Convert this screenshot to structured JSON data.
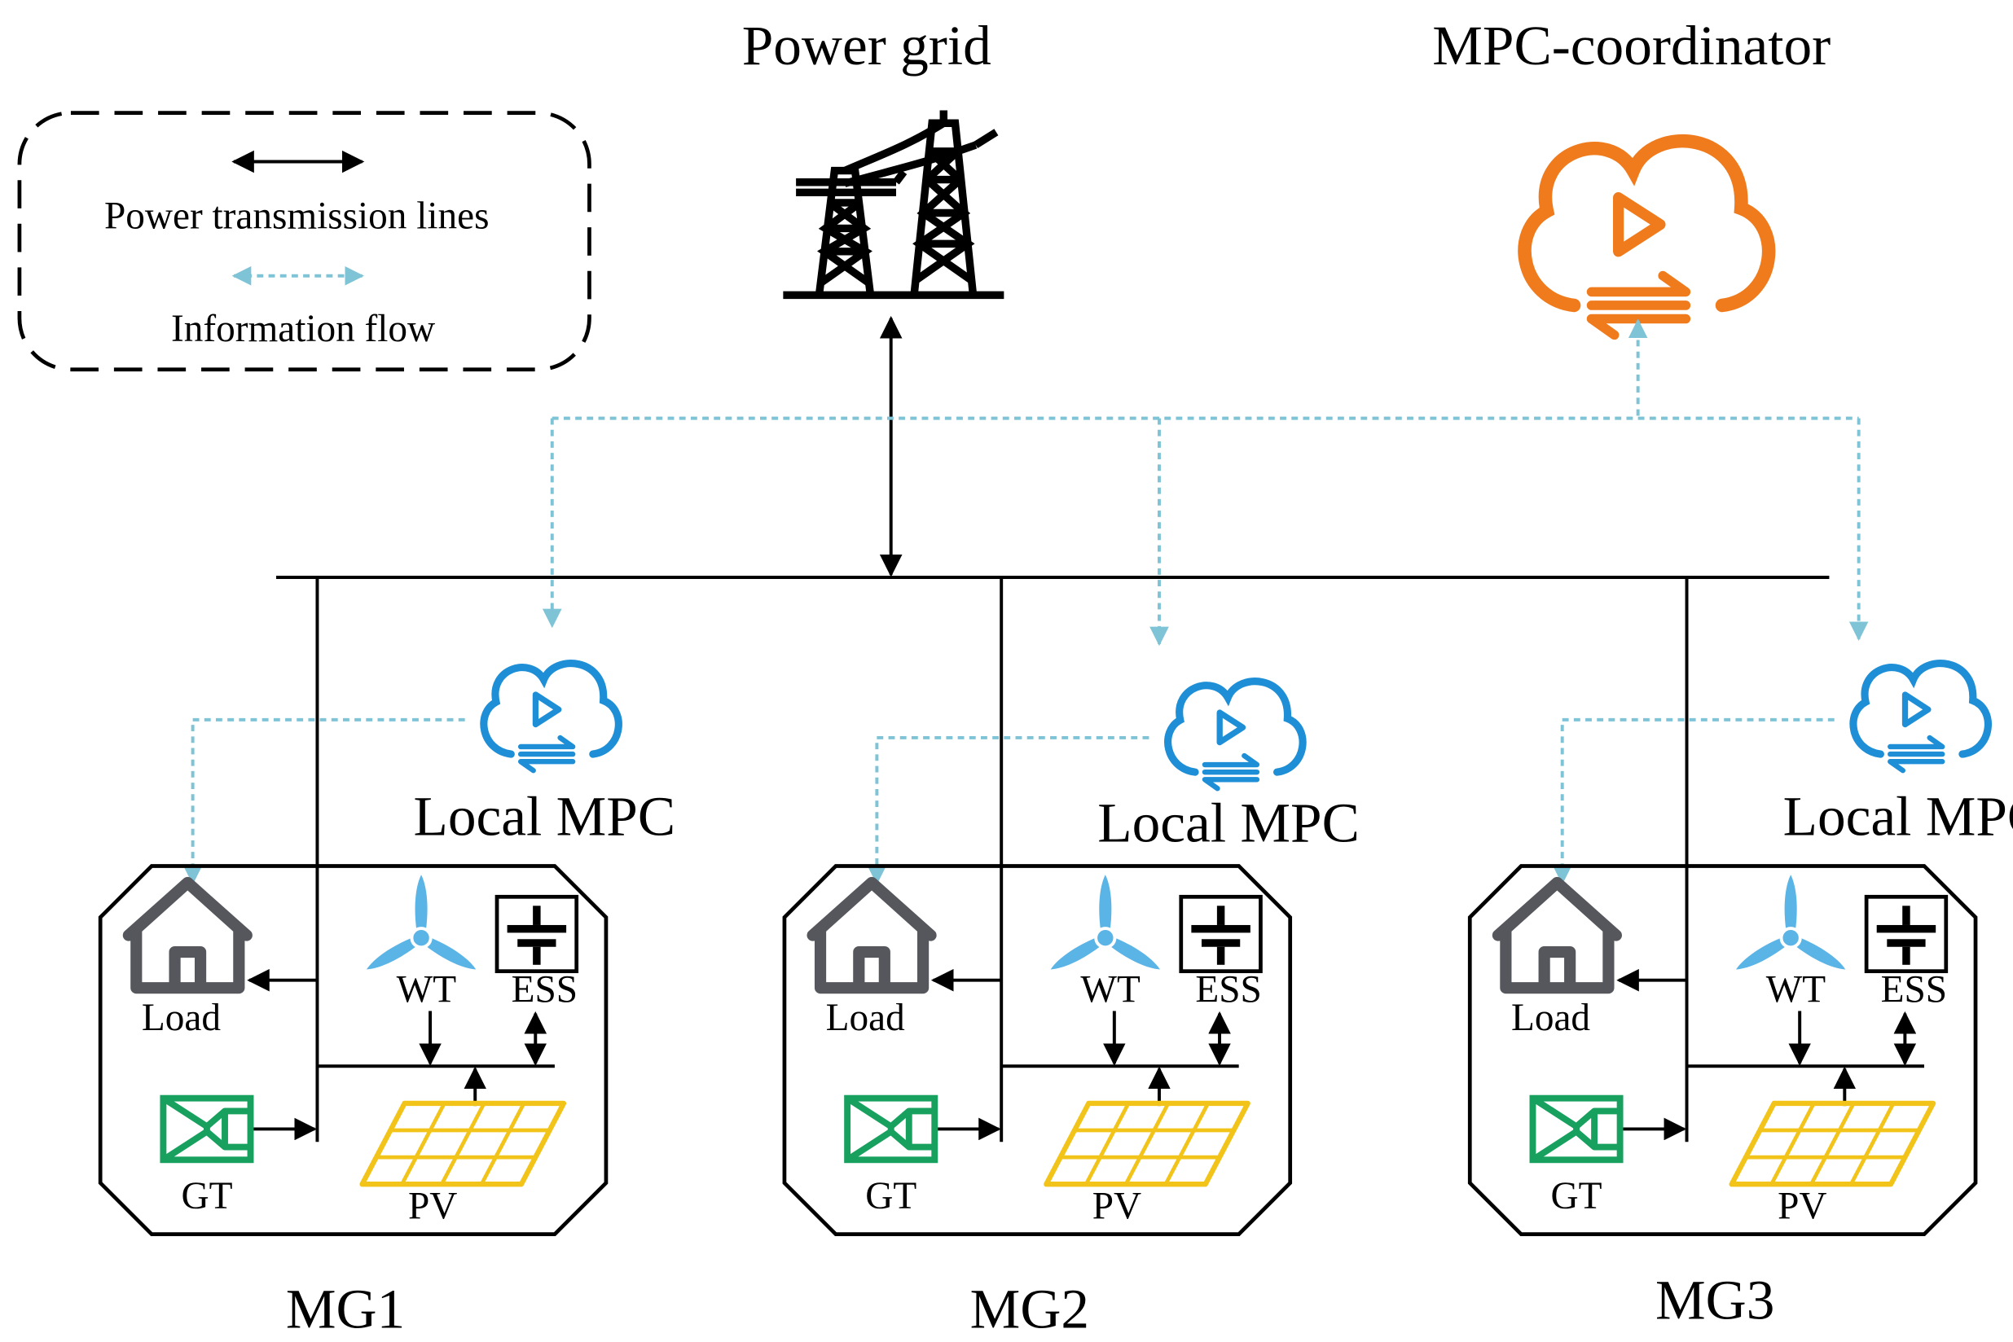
{
  "title_grid": "Power grid",
  "title_coordinator": "MPC-coordinator",
  "legend": {
    "power_label": "Power transmission lines",
    "info_label": "Information flow"
  },
  "local_mpc_label": "Local MPC",
  "microgrids": [
    {
      "name": "MG1",
      "load": "Load",
      "wt": "WT",
      "ess": "ESS",
      "gt": "GT",
      "pv": "PV"
    },
    {
      "name": "MG2",
      "load": "Load",
      "wt": "WT",
      "ess": "ESS",
      "gt": "GT",
      "pv": "PV"
    },
    {
      "name": "MG3",
      "load": "Load",
      "wt": "WT",
      "ess": "ESS",
      "gt": "GT",
      "pv": "PV"
    }
  ],
  "colors": {
    "info_flow": "#7ec4d6",
    "coordinator": "#f07b1d",
    "local_mpc": "#1e8fd6",
    "wind_turbine": "#5bb4e6",
    "gas_turbine": "#17a05e",
    "pv": "#f2c318"
  },
  "icons": {
    "grid": "transmission-tower-icon",
    "coordinator": "cloud-play-sync-icon",
    "local_mpc": "cloud-play-sync-icon",
    "load": "house-icon",
    "wt": "wind-turbine-icon",
    "ess": "battery-capacitor-icon",
    "gt": "gas-turbine-icon",
    "pv": "solar-panel-icon"
  }
}
